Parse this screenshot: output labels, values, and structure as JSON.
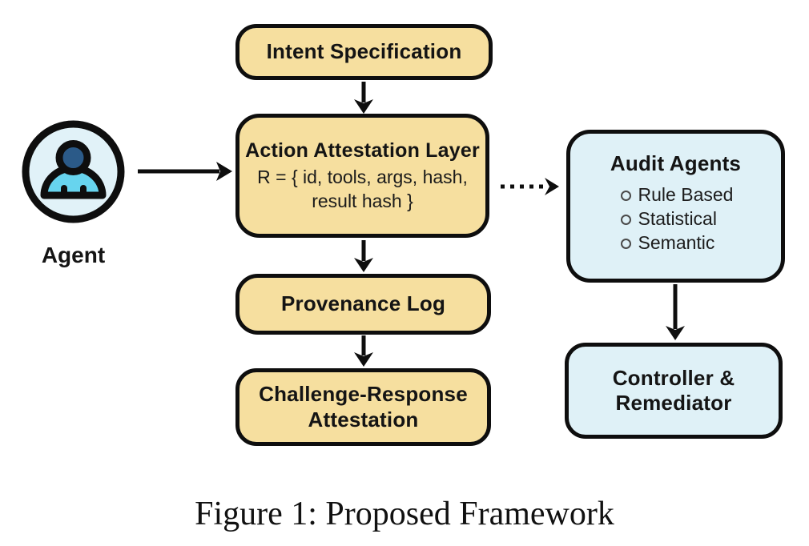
{
  "figure": {
    "caption": "Figure 1: Proposed Framework"
  },
  "nodes": {
    "intent": {
      "label": "Intent Specification"
    },
    "attestation": {
      "title": "Action Attestation Layer",
      "body_line1": "R = { id, tools, args, hash,",
      "body_line2": "result hash }"
    },
    "provenance": {
      "label": "Provenance Log"
    },
    "challenge": {
      "line1": "Challenge-Response",
      "line2": "Attestation"
    },
    "audit": {
      "title": "Audit Agents",
      "bullets": [
        "Rule Based",
        "Statistical",
        "Semantic"
      ]
    },
    "controller": {
      "line1": "Controller &",
      "line2": "Remediator"
    },
    "agent": {
      "label": "Agent"
    }
  },
  "colors": {
    "yellow": "#F6DF9F",
    "blue": "#DFF1F7",
    "outline": "#0e0e0e",
    "icon_bg": "#E1F2F8",
    "icon_head": "#2B5A88",
    "icon_body": "#67D4EE"
  }
}
